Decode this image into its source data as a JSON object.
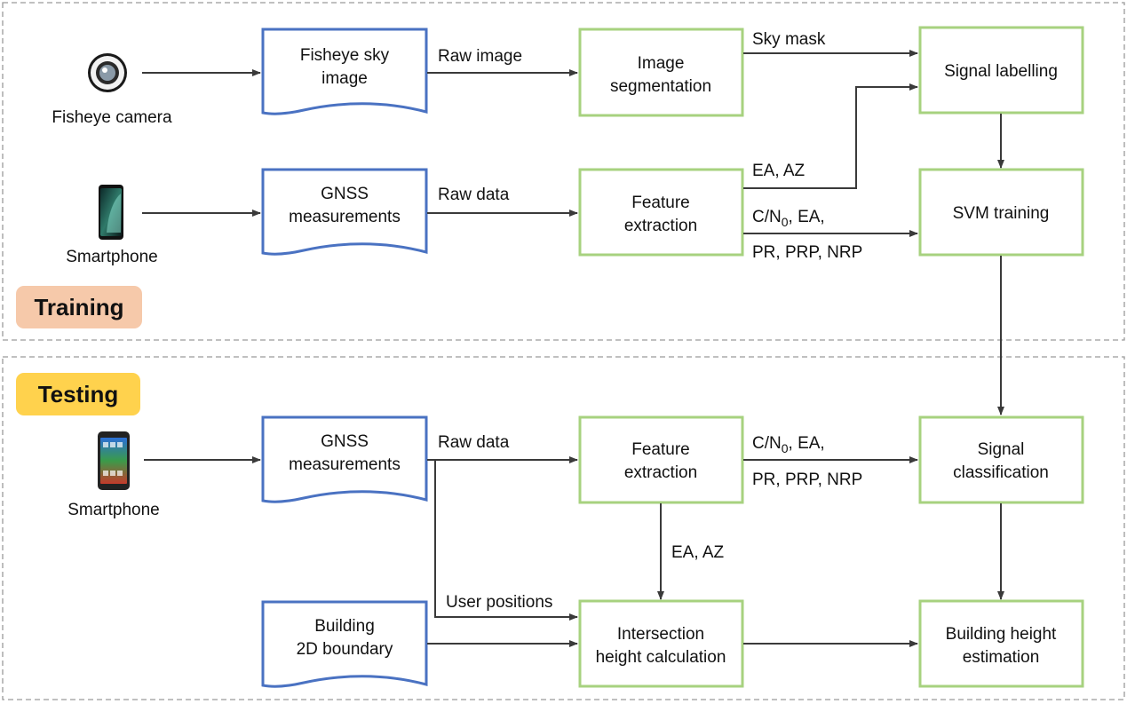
{
  "colors": {
    "process_border": "#a7d27f",
    "document_border": "#4a72c2",
    "training_badge": "#f6c9aa",
    "testing_badge": "#ffd24d",
    "arrow": "#3a3a3a",
    "region_border": "#9a9a9a"
  },
  "training": {
    "badge": "Training",
    "devices": {
      "camera": {
        "icon": "fisheye-camera-icon",
        "label": "Fisheye camera"
      },
      "phone": {
        "icon": "smartphone-icon",
        "label": "Smartphone"
      }
    },
    "docs": {
      "sky_image": [
        "Fisheye sky",
        "image"
      ],
      "gnss": [
        "GNSS",
        "measurements"
      ]
    },
    "processes": {
      "segmentation": [
        "Image",
        "segmentation"
      ],
      "features": [
        "Feature",
        "extraction"
      ],
      "labelling": [
        "Signal labelling"
      ],
      "svm": [
        "SVM training"
      ]
    },
    "edges": {
      "raw_image": "Raw image",
      "raw_data": "Raw data",
      "sky_mask": "Sky mask",
      "ea_az": "EA, AZ",
      "features_1_prefix": "C/N",
      "features_1_sub": "0",
      "features_1_suffix": ", EA,",
      "features_2": "PR, PRP, NRP"
    }
  },
  "testing": {
    "badge": "Testing",
    "devices": {
      "phone": {
        "icon": "smartphone-icon",
        "label": "Smartphone"
      }
    },
    "docs": {
      "gnss": [
        "GNSS",
        "measurements"
      ],
      "building": [
        "Building",
        "2D boundary"
      ]
    },
    "processes": {
      "features": [
        "Feature",
        "extraction"
      ],
      "classification": [
        "Signal",
        "classification"
      ],
      "intersection": [
        "Intersection",
        "height calculation"
      ],
      "height": [
        "Building height",
        "estimation"
      ]
    },
    "edges": {
      "raw_data": "Raw data",
      "features_1_prefix": "C/N",
      "features_1_sub": "0",
      "features_1_suffix": ", EA,",
      "features_2": "PR, PRP, NRP",
      "ea_az": "EA, AZ",
      "user_positions": "User positions"
    }
  }
}
